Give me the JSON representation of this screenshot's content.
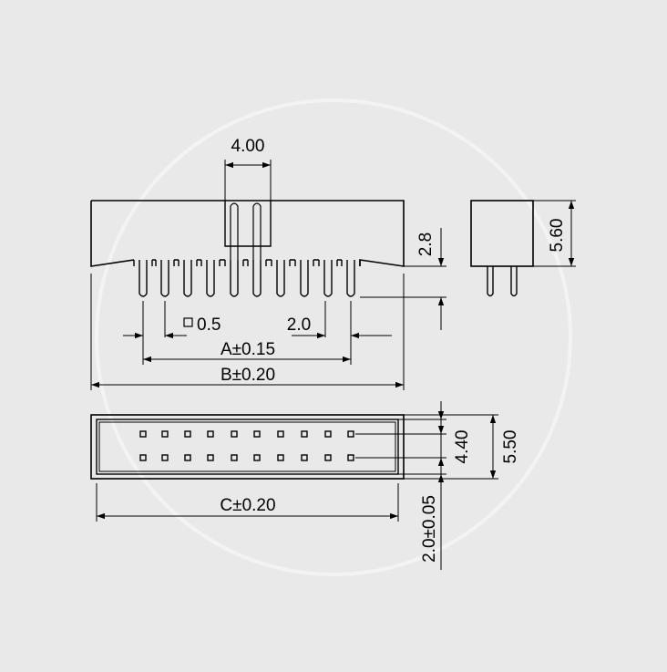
{
  "colors": {
    "background": "#e9e9e9",
    "ink": "#000000",
    "watermark": "#f2f2f2"
  },
  "front_view": {
    "dim_key_width": "4.00",
    "dim_pin_square": "0.5",
    "dim_pitch": "2.0",
    "dim_a": "A±0.15",
    "dim_b": "B±0.20",
    "dim_pin_length": "2.8"
  },
  "side_view": {
    "dim_height": "5.60"
  },
  "top_view": {
    "dim_c": "C±0.20",
    "dim_inner_width": "4.40",
    "dim_outer_width": "5.50",
    "dim_row_pitch": "2.0±0.05"
  }
}
